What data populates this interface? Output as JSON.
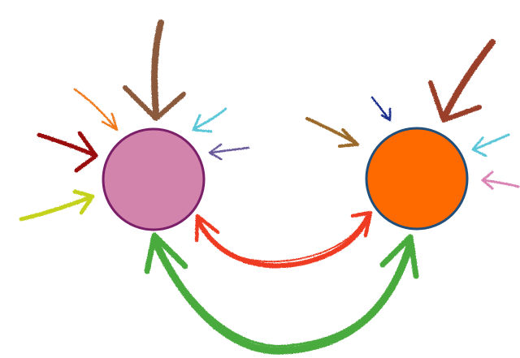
{
  "nodes": [
    {
      "id": "left-circle",
      "fill": "#d384ad",
      "stroke": "#7a1f68"
    },
    {
      "id": "right-circle",
      "fill": "#ff6a00",
      "stroke": "#1f4f7a"
    }
  ],
  "incoming_arrows": {
    "left": [
      {
        "color": "#8b5a3c",
        "weight": "heavy"
      },
      {
        "color": "#f07a1e",
        "weight": "light"
      },
      {
        "color": "#9a1010",
        "weight": "medium"
      },
      {
        "color": "#c4d21a",
        "weight": "medium"
      },
      {
        "color": "#5bc7d8",
        "weight": "light"
      },
      {
        "color": "#6b5a9a",
        "weight": "light"
      }
    ],
    "right": [
      {
        "color": "#9a3f2a",
        "weight": "heavy"
      },
      {
        "color": "#9b6a2a",
        "weight": "medium"
      },
      {
        "color": "#1c2f8c",
        "weight": "light"
      },
      {
        "color": "#5bc7d8",
        "weight": "light"
      },
      {
        "color": "#d984b4",
        "weight": "light"
      }
    ]
  },
  "connections": [
    {
      "from": "right-circle",
      "to": "left-circle",
      "color": "#ef3a24",
      "bidirectional": true
    },
    {
      "from": "left-circle",
      "to": "right-circle",
      "color": "#4aab3e",
      "bidirectional": true
    }
  ]
}
